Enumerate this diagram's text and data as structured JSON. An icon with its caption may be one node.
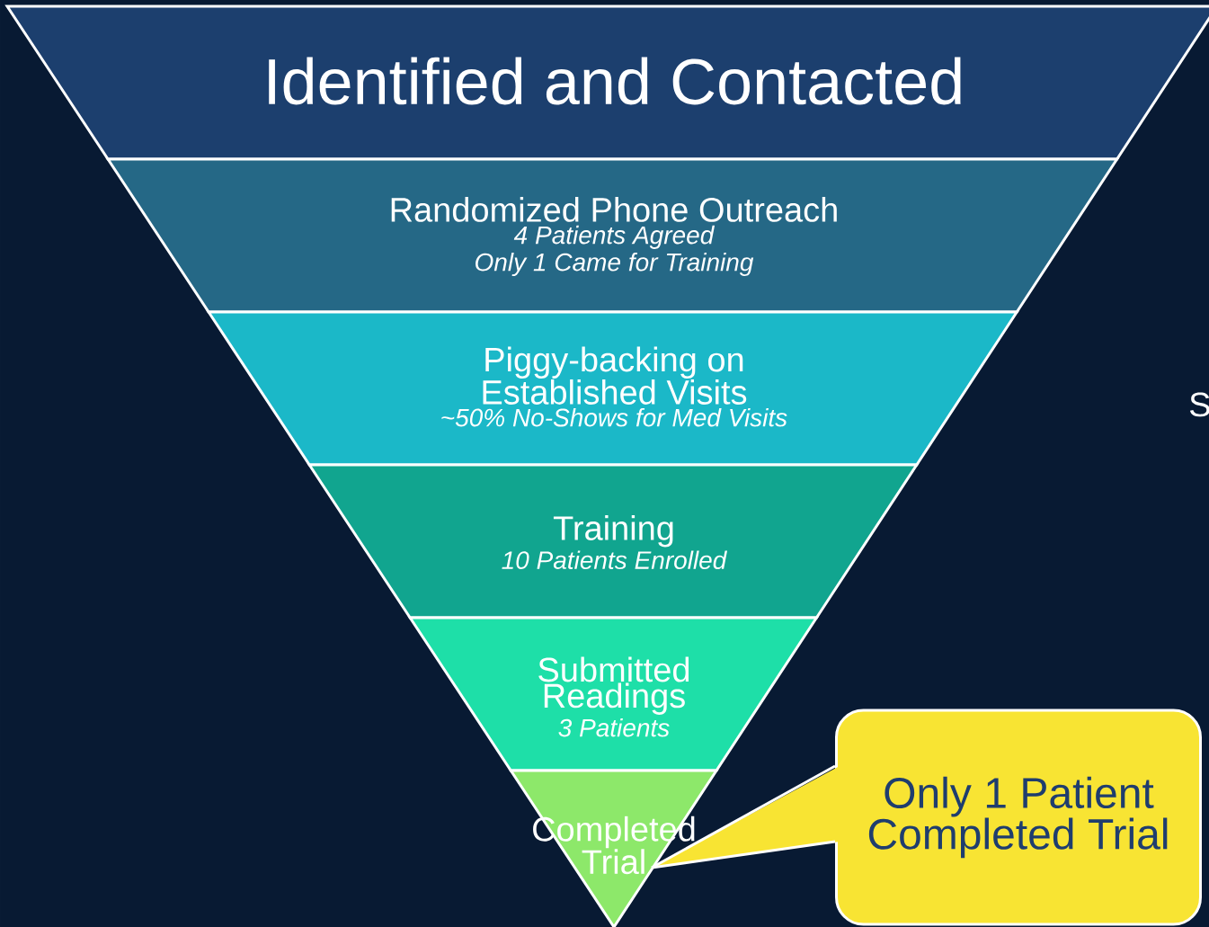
{
  "diagram": {
    "nodes": [
      {
        "text": [
          "Identified and Contacted"
        ]
      },
      {
        "text": [
          "Randomized Phone Outreach",
          "4 Patients Agreed",
          "Only 1 Came for Training"
        ]
      },
      {
        "text": [
          "Piggy-backing on Established Visits",
          "~50% No-Shows for Med Visits"
        ]
      },
      {
        "text": [
          "Training",
          "10 Patients Enrolled"
        ]
      },
      {
        "text": [
          "Submitted Readings",
          "3 Patients"
        ]
      },
      {
        "text": [
          "Completed Trial"
        ]
      },
      {
        "text": [
          "Only 1 Patient Completed Trial"
        ]
      }
    ],
    "edges": [
      {
        "from": 6,
        "to": 5,
        "arrow": "none"
      }
    ],
    "labels": [
      "S"
    ]
  }
}
